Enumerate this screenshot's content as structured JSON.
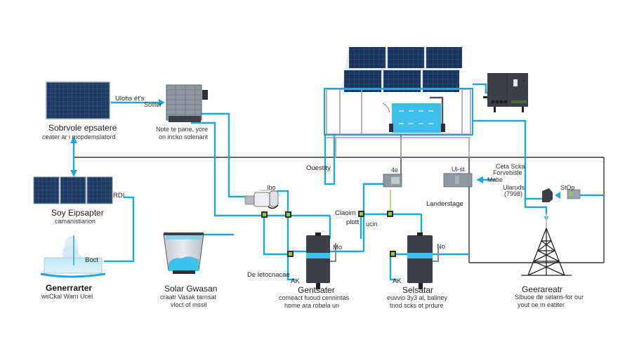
{
  "colors": {
    "wire": "#1ea7d9",
    "frame": "#333333",
    "panel": "#1d3a63",
    "device_dark": "#3c4046",
    "device_gray": "#8c949c",
    "switch_green": "#8fd13c",
    "water": "#3cc0ea"
  },
  "components": {
    "panel_top_left": {
      "title": "Sobrvole epsatere",
      "subtitle": "ceater ar i mopdemslatord",
      "arrow_label_1": "Ulohs ét's",
      "arrow_label_2": "Soliter"
    },
    "inverter_box": {
      "note_line1": "Note te pane, yore",
      "note_line2": "on incko solenant"
    },
    "panel_mid_left": {
      "title": "Soy Eipsapter",
      "subtitle": "camanistiarion",
      "side_label": "RDI"
    },
    "generator_left": {
      "box_label": "Boct",
      "title": "Generrarter",
      "subtitle": "wsCkal Warn Ucel"
    },
    "solar_gwasan": {
      "title": "Solar Gwasan",
      "subtitle_line1": "craatr Vasak tarnsat",
      "subtitle_line2": "vloct of mssil"
    },
    "pump_unit": {
      "label": "Ibo"
    },
    "quantity_label": "Ouestity",
    "gen_center": {
      "side_label": "Mo",
      "left_label": "De letocnacae",
      "ak_label": "AK",
      "title": "Gentsater",
      "subtitle_line1": "comeact fuoud cennintas",
      "subtitle_line2": "home ara robela un"
    },
    "claim_plot": {
      "line1": "Claoim",
      "line2": "plott",
      "side": "ucin"
    },
    "sensor_mid": {
      "label": "4e"
    },
    "sensor_right": {
      "label": "Ul-st"
    },
    "landerstage_label": "Landerstage",
    "gen_right": {
      "side_label": "No",
      "ak_label": "AK",
      "title": "Selsatar",
      "subtitle_line1": "euvvio 3y3 al, baliney",
      "subtitle_line2": "tnod scks ot prdure"
    },
    "right_info": {
      "line1": "Ceta Scka",
      "line2": "Forvebisle",
      "matie": "Matie",
      "line3": "Ularuds",
      "line4": "(7998)"
    },
    "stop_label": "StOp",
    "tower": {
      "title": "Geerareatr",
      "subtitle_line1": "Slbuoe de selans-for our",
      "subtitle_line2": "yout oe m eatiter"
    }
  }
}
